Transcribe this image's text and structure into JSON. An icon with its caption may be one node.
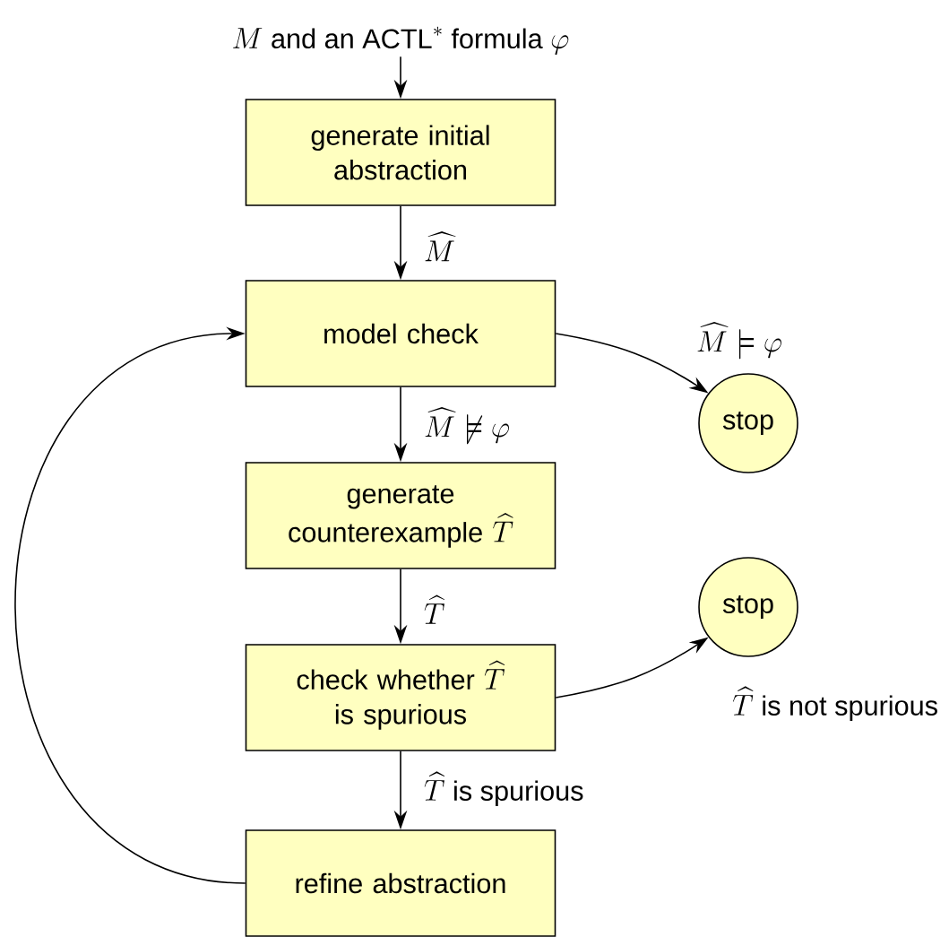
{
  "diagram": {
    "nodes": [
      {
        "text": [
          "M \\text{ and an ACTL}^{*} \\text{ formula } \\varphi"
        ]
      },
      {
        "text": [
          "generate initial abstraction"
        ]
      },
      {
        "text": [
          "model check"
        ]
      },
      {
        "text": [
          "stop"
        ]
      },
      {
        "text": [
          "\\begin{array}{c}\\text{generate}\\\\ \\text{counterexample } \\widehat{T}\\end{array}"
        ]
      },
      {
        "text": [
          "\\begin{array}{c}\\text{check whether } \\widehat{T}\\\\ \\text{is spurious}\\end{array}"
        ]
      },
      {
        "text": [
          "stop"
        ]
      },
      {
        "text": [
          "refine abstraction"
        ]
      }
    ],
    "edges": [
      {
        "from": 0,
        "to": 1,
        "arrow": "to"
      },
      {
        "from": 1,
        "to": 2,
        "arrow": "to",
        "label": "\\widehat{M}"
      },
      {
        "from": 2,
        "to": 3,
        "arrow": "to",
        "label": "\\widehat{M} \\models \\varphi"
      },
      {
        "from": 2,
        "to": 4,
        "arrow": "to",
        "label": "\\widehat{M} \\not\\models \\varphi"
      },
      {
        "from": 4,
        "to": 5,
        "arrow": "to",
        "label": "\\widehat{T}"
      },
      {
        "from": 5,
        "to": 6,
        "arrow": "to",
        "label": "\\widehat{T} \\text{ is not spurious}"
      },
      {
        "from": 5,
        "to": 7,
        "arrow": "to",
        "label": "\\widehat{T} \\text{ is spurious}"
      },
      {
        "from": 7,
        "to": 2,
        "arrow": "to"
      }
    ]
  }
}
